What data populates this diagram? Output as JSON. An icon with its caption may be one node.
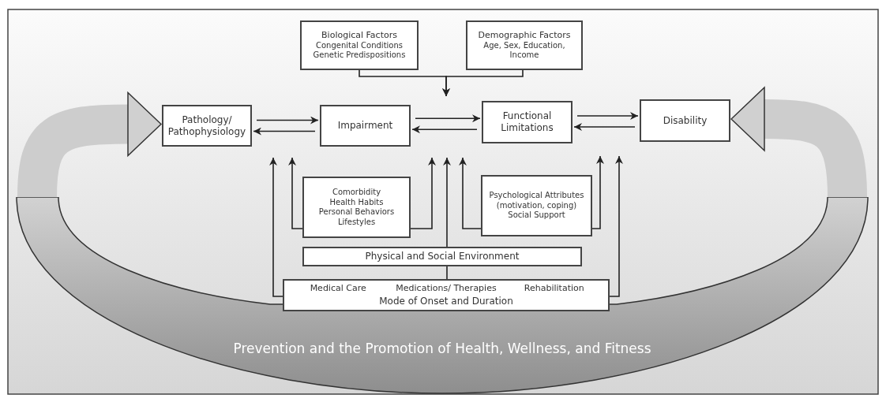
{
  "diagram": {
    "nodes": [
      {
        "text": [
          "Pathology/ Pathophysiology"
        ]
      },
      {
        "text": [
          "Impairment"
        ]
      },
      {
        "text": [
          "Functional Limitations"
        ]
      },
      {
        "text": [
          "Disability"
        ]
      },
      {
        "text": [
          "Biological Factors",
          "Congenital Conditions Genetic Predispositions"
        ]
      },
      {
        "text": [
          "Demographic Factors",
          "Age, Sex, Education, Income"
        ]
      },
      {
        "text": [
          "Comorbidity",
          "Health Habits",
          "Personal Behaviors",
          "Lifestyles"
        ]
      },
      {
        "text": [
          "Psychological Attributes (motivation, coping)",
          "Social Support"
        ]
      },
      {
        "text": [
          "Physical and Social Environment"
        ]
      },
      {
        "text": [
          "Medical Care",
          "Medications/ Therapies",
          "Rehabilitation",
          "Mode of Onset and Duration"
        ]
      },
      {
        "text": [
          "Prevention and the Promotion of Health, Wellness, and Fitness"
        ]
      }
    ],
    "edges": [
      {
        "from": 0,
        "to": 1,
        "arrow": "to"
      },
      {
        "from": 1,
        "to": 0,
        "arrow": "to"
      },
      {
        "from": 1,
        "to": 2,
        "arrow": "to"
      },
      {
        "from": 2,
        "to": 1,
        "arrow": "to"
      },
      {
        "from": 2,
        "to": 3,
        "arrow": "to"
      },
      {
        "from": 3,
        "to": 2,
        "arrow": "to"
      },
      {
        "from": 4,
        "to": null,
        "arrow": "to"
      },
      {
        "from": 5,
        "to": null,
        "arrow": "to"
      },
      {
        "from": 9,
        "to": null,
        "arrow": "to"
      },
      {
        "from": 6,
        "to": null,
        "arrow": "to"
      },
      {
        "from": 6,
        "to": null,
        "arrow": "to"
      },
      {
        "from": 8,
        "to": null,
        "arrow": "to"
      },
      {
        "from": 7,
        "to": null,
        "arrow": "to"
      },
      {
        "from": 7,
        "to": null,
        "arrow": "to"
      },
      {
        "from": 9,
        "to": null,
        "arrow": "to"
      },
      {
        "from": 9,
        "to": 8,
        "arrow": "none"
      },
      {
        "from": 10,
        "to": 0,
        "arrow": "to",
        "style": "thick",
        "color": "#cdcdcd"
      },
      {
        "from": 10,
        "to": 3,
        "arrow": "to",
        "style": "thick",
        "color": "#cdcdcd"
      }
    ]
  }
}
